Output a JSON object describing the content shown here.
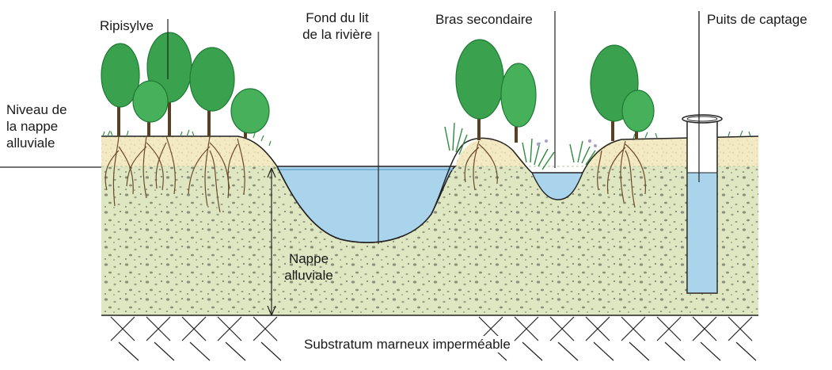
{
  "labels": {
    "ripisylve": "Ripisylve",
    "fond_line1": "Fond du lit",
    "fond_line2": "de la rivière",
    "bras": "Bras secondaire",
    "puits": "Puits de captage",
    "niveau_line1": "Niveau de",
    "niveau_line2": "la nappe",
    "niveau_line3": "alluviale",
    "nappe_line1": "Nappe",
    "nappe_line2": "alluviale",
    "substratum": "Substratum marneux imperméable"
  },
  "colors": {
    "water": "#aad4ec",
    "ground": "#dfe7c2",
    "topsoil": "#f3eac4",
    "tree_green": "#3aa14e",
    "tree_dark": "#1f7a34",
    "root": "#6b4a2a",
    "line": "#222222"
  },
  "icons": [
    "tree-icon",
    "well-icon",
    "root-icon",
    "reed-icon"
  ]
}
